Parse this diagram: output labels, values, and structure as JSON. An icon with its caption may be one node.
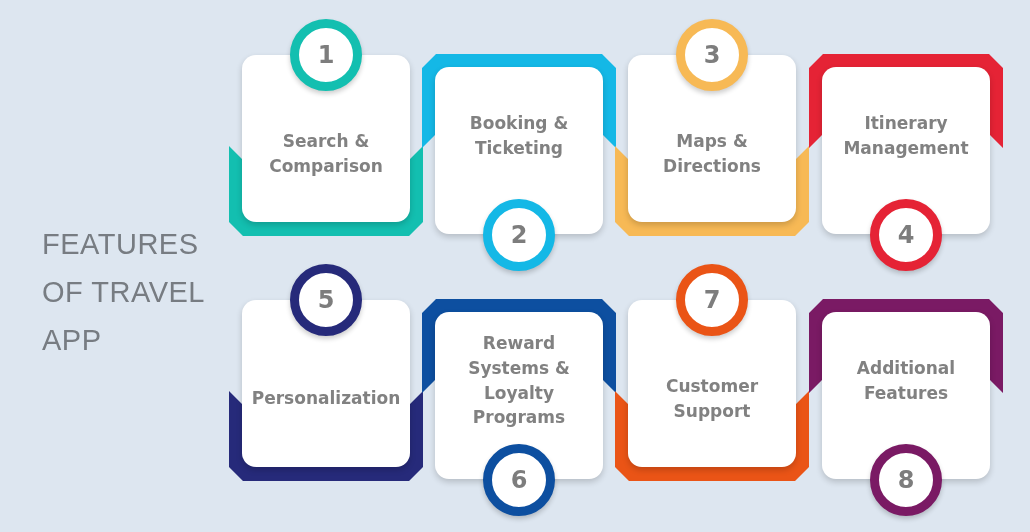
{
  "diagram": {
    "title": "FEATURES OF TRAVEL APP",
    "nodes": [
      {
        "text": [
          "1",
          "Search & Comparison"
        ]
      },
      {
        "text": [
          "Booking & Ticketing",
          "2"
        ]
      },
      {
        "text": [
          "3",
          "Maps & Directions"
        ]
      },
      {
        "text": [
          "Itinerary Management",
          "4"
        ]
      },
      {
        "text": [
          "5",
          "Personalization"
        ]
      },
      {
        "text": [
          "Reward Systems & Loyalty Programs",
          "6"
        ]
      },
      {
        "text": [
          "7",
          "Customer Support"
        ]
      },
      {
        "text": [
          "Additional Features",
          "8"
        ]
      }
    ]
  }
}
